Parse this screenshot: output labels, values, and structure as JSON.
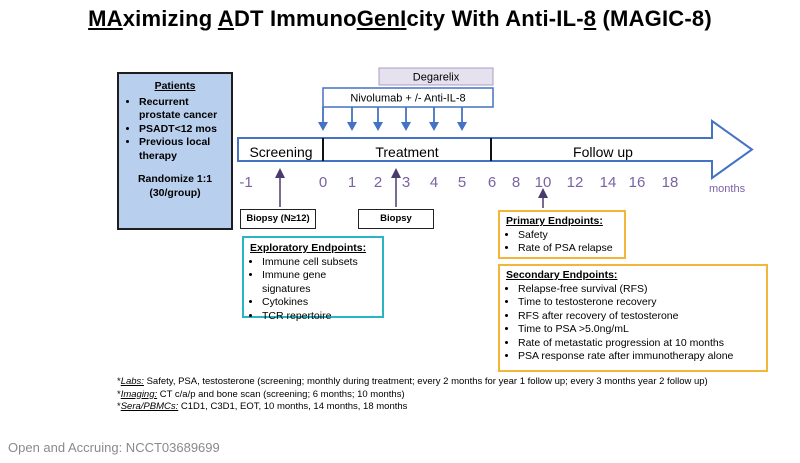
{
  "title": {
    "parts": [
      {
        "text": "MA",
        "u": true
      },
      {
        "text": "ximizing ",
        "u": false
      },
      {
        "text": "A",
        "u": true
      },
      {
        "text": "DT Immuno",
        "u": false
      },
      {
        "text": "Gen",
        "u": true
      },
      {
        "text": "",
        "u": false
      },
      {
        "text": "I",
        "u": true
      },
      {
        "text": "city With Anti-IL-",
        "u": false
      },
      {
        "text": "8",
        "u": true
      },
      {
        "text": " (MAGIC-8)",
        "u": false
      }
    ]
  },
  "patients": {
    "heading": "Patients",
    "items": [
      "Recurrent prostate cancer",
      "PSADT<12 mos",
      "Previous local therapy"
    ],
    "randomize": "Randomize 1:1",
    "group": "(30/group)"
  },
  "degarelix_label": "Degarelix",
  "nivolumab_label": "Nivolumab + /- Anti-IL-8",
  "phases": {
    "screening": "Screening",
    "treatment": "Treatment",
    "followup": "Follow up"
  },
  "ticks": [
    "-1",
    "0",
    "1",
    "2",
    "3",
    "4",
    "5",
    "6",
    "8",
    "10",
    "12",
    "14",
    "16",
    "18"
  ],
  "axis_unit": "months",
  "biopsy1": "Biopsy (N≥12)",
  "biopsy2": "Biopsy",
  "exploratory": {
    "title": "Exploratory Endpoints:",
    "items": [
      "Immune cell subsets",
      "Immune gene signatures",
      "Cytokines",
      "TCR repertoire"
    ]
  },
  "primary": {
    "title": "Primary Endpoints:",
    "items": [
      "Safety",
      "Rate of PSA relapse"
    ]
  },
  "secondary": {
    "title": "Secondary Endpoints:",
    "items": [
      "Relapse-free survival (RFS)",
      "Time to testosterone recovery",
      "RFS after recovery of testosterone",
      "Time to PSA >5.0ng/mL",
      "Rate of metastatic progression at 10 months",
      "PSA response rate after immunotherapy alone"
    ]
  },
  "notes": [
    {
      "label": "Labs:",
      "text": " Safety, PSA, testosterone (screening; monthly during treatment; every 2 months for year 1 follow up; every 3 months year 2 follow up)"
    },
    {
      "label": "Imaging:",
      "text": " CT c/a/p and bone scan (screening; 6 months; 10 months)"
    },
    {
      "label": "Sera/PBMCs:",
      "text": " C1D1, C3D1, EOT, 10 months, 14 months, 18 months"
    }
  ],
  "footer": "Open and Accruing: NCCT03689699",
  "colors": {
    "arrow_stroke": "#4472c4",
    "tick_purple": "#7b62a3",
    "patients_fill": "#b8cfee",
    "exploratory_border": "#2cb5c0",
    "endpoint_border": "#f4b63a",
    "degarelix_fill": "#e6e1ef"
  }
}
